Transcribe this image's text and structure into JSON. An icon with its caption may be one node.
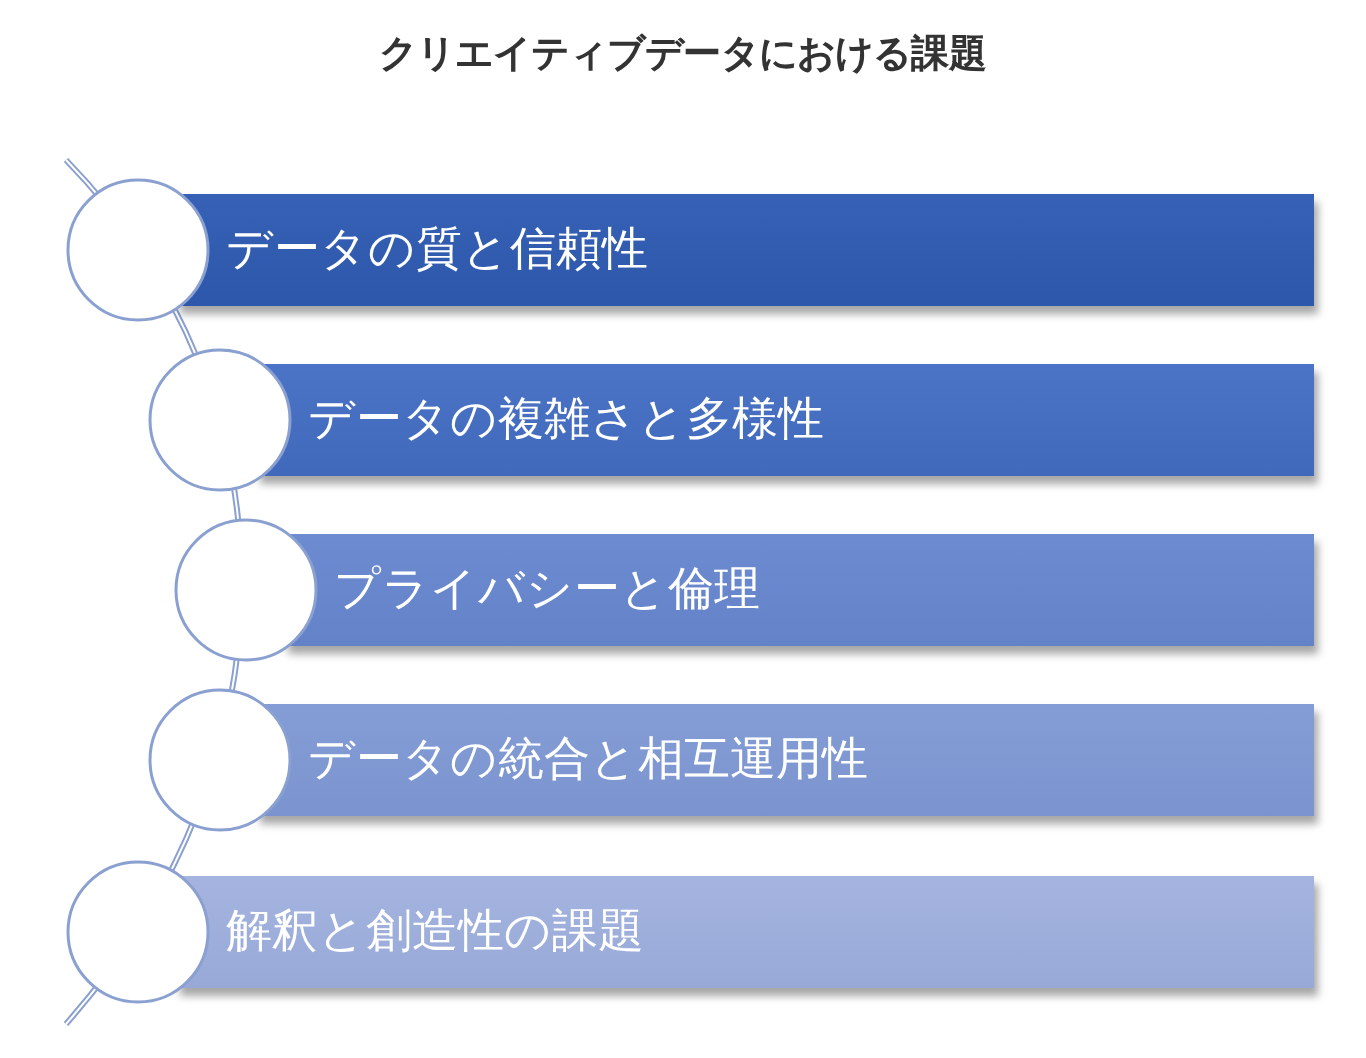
{
  "diagram": {
    "title": "クリエイティブデータにおける課題",
    "nodes": [
      {
        "text": [
          "データの質と信頼性"
        ]
      },
      {
        "text": [
          "データの複雑さと多様性"
        ]
      },
      {
        "text": [
          "プライバシーと倫理"
        ]
      },
      {
        "text": [
          "データの統合と相互運用性"
        ]
      },
      {
        "text": [
          "解釈と創造性の課題"
        ]
      }
    ],
    "edges": []
  }
}
